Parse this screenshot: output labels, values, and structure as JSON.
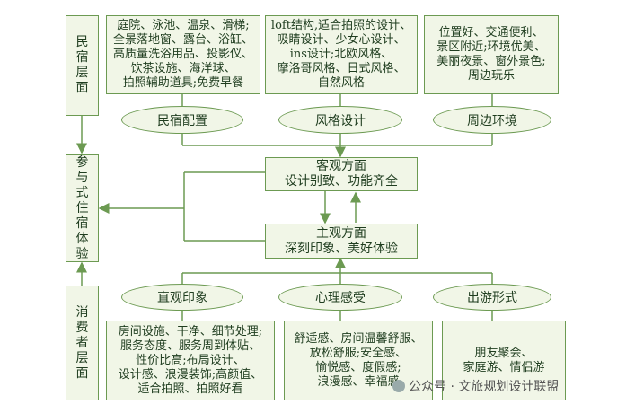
{
  "sidebar": {
    "top": [
      "民",
      "宿",
      "层",
      "面"
    ],
    "middle": [
      "参",
      "与",
      "式",
      "住",
      "宿",
      "体",
      "验"
    ],
    "bottom": [
      "消",
      "费",
      "者",
      "层",
      "面"
    ]
  },
  "top_boxes": [
    {
      "lines": [
        "庭院、泳池、温泉、滑梯;",
        "全景落地窗、露台、浴缸、",
        "高质量洗浴用品、投影仪、",
        "饮茶设施、海洋球、",
        "拍照辅助道具;免费早餐"
      ]
    },
    {
      "lines": [
        "loft结构,适合拍照的设计、",
        "吸睛设计、少女心设计、",
        "ins设计;北欧风格、",
        "摩洛哥风格、日式风格、",
        "自然风格"
      ]
    },
    {
      "lines": [
        "位置好、交通便利、",
        "景区附近;环境优美、",
        "美丽夜景、窗外景色;",
        "周边玩乐"
      ]
    }
  ],
  "top_ellipses": [
    "民宿配置",
    "风格设计",
    "周边环境"
  ],
  "objective": {
    "title": "客观方面",
    "subtitle": "设计别致、功能齐全"
  },
  "subjective": {
    "title": "主观方面",
    "subtitle": "深刻印象、美好体验"
  },
  "bottom_ellipses": [
    "直观印象",
    "心理感受",
    "出游形式"
  ],
  "bottom_boxes": [
    {
      "lines": [
        "房间设施、干净、细节处理;",
        "服务态度、服务周到体贴、",
        "性价比高;布局设计、",
        "设计感、浪漫装饰;高颜值、",
        "适合拍照、拍照好看"
      ]
    },
    {
      "lines": [
        "舒适感、房间温馨舒服、",
        "放松舒服;安全感、",
        "愉悦感、度假感;",
        "浪漫感、幸福感"
      ]
    },
    {
      "lines": [
        "朋友聚会、",
        "家庭游、情侣游"
      ]
    }
  ],
  "watermark": "公众号 · 文旅规划设计联盟",
  "colors": {
    "border": "#6c9a52",
    "fill": "#f1f6e7",
    "text": "#1f3d1f"
  }
}
